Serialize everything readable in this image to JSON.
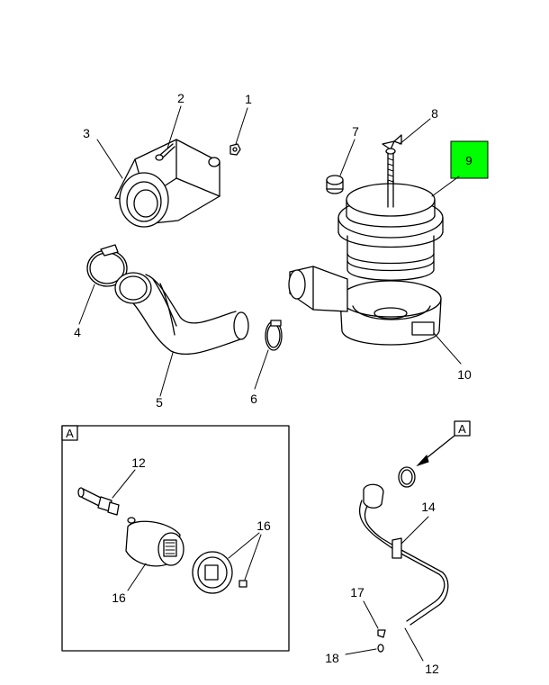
{
  "labels": {
    "l1": "1",
    "l2": "2",
    "l3": "3",
    "l4": "4",
    "l5": "5",
    "l6": "6",
    "l7": "7",
    "l8": "8",
    "l9": "9",
    "l10": "10",
    "l12a": "12",
    "l16a": "16",
    "l16b": "16",
    "l14": "14",
    "l17": "17",
    "l18": "18",
    "l12b": "12"
  },
  "detail": {
    "box_label": "A",
    "callout_label": "A"
  },
  "highlight": {
    "color": "#00ff00",
    "part": "9"
  }
}
